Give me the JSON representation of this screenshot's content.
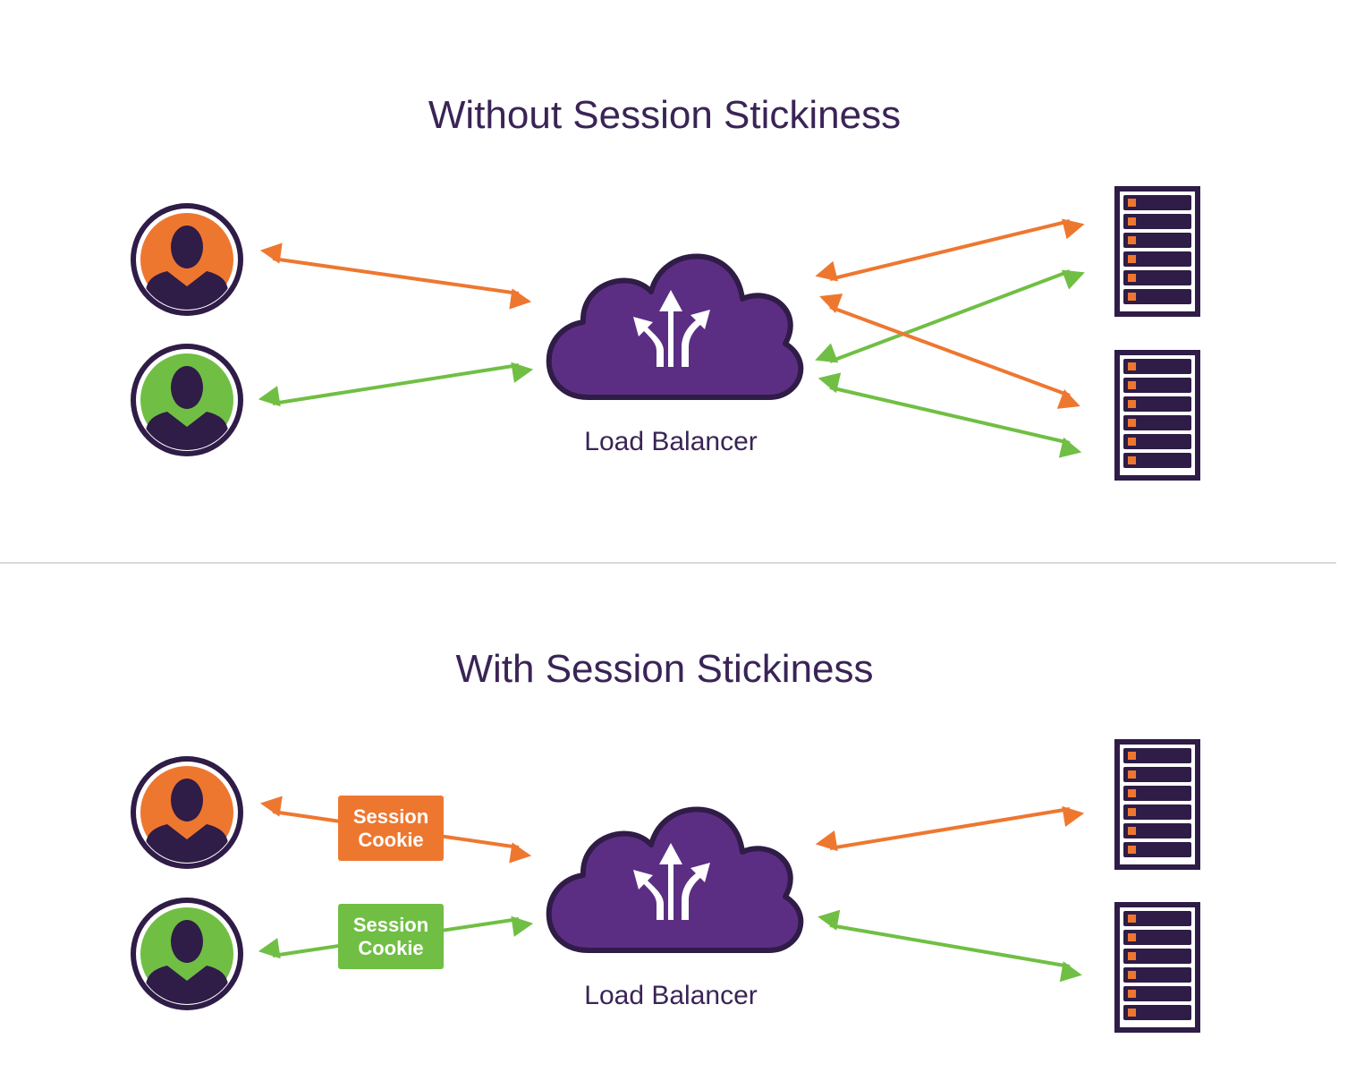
{
  "colors": {
    "dark": "#2f1c47",
    "purple": "#5c2e83",
    "orange": "#ee7730",
    "green": "#70bf44",
    "divider": "#d9d9d9",
    "white": "#ffffff"
  },
  "icons": {
    "user": "user-avatar-icon",
    "load_balancer": "cloud-routing-icon",
    "server": "server-rack-icon"
  },
  "sections": [
    {
      "title": "Without Session Stickiness",
      "load_balancer_label": "Load Balancer",
      "cookies": []
    },
    {
      "title": "With Session Stickiness",
      "load_balancer_label": "Load Balancer",
      "cookies": [
        {
          "line1": "Session",
          "line2": "Cookie",
          "color": "orange"
        },
        {
          "line1": "Session",
          "line2": "Cookie",
          "color": "green"
        }
      ]
    }
  ]
}
